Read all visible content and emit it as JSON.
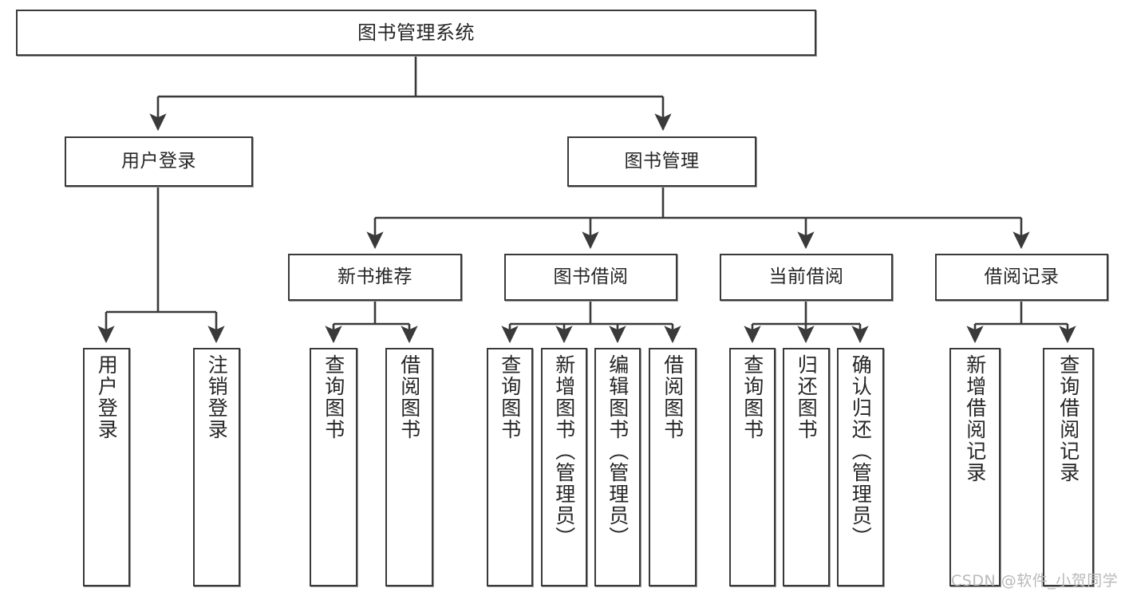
{
  "diagram": {
    "title": "图书管理系统",
    "watermark": "CSDN @软件_小贺同学",
    "stroke_color": "#3a3a3a",
    "text_color": "#262626",
    "background": "#ffffff",
    "levels": {
      "root": {
        "label": "图书管理系统"
      },
      "level2": [
        {
          "label": "用户登录"
        },
        {
          "label": "图书管理"
        }
      ],
      "level3": [
        {
          "label": "新书推荐"
        },
        {
          "label": "图书借阅"
        },
        {
          "label": "当前借阅"
        },
        {
          "label": "借阅记录"
        }
      ],
      "leaves": {
        "user_login": [
          {
            "label": "用户登录"
          },
          {
            "label": "注销登录"
          }
        ],
        "new_book": [
          {
            "label": "查询图书"
          },
          {
            "label": "借阅图书"
          }
        ],
        "book_borrow": [
          {
            "label": "查询图书"
          },
          {
            "label": "新增图书（管理员）"
          },
          {
            "label": "编辑图书（管理员）"
          },
          {
            "label": "借阅图书"
          }
        ],
        "current_borrow": [
          {
            "label": "查询图书"
          },
          {
            "label": "归还图书"
          },
          {
            "label": "确认归还（管理员）"
          }
        ],
        "borrow_record": [
          {
            "label": "新增借阅记录"
          },
          {
            "label": "查询借阅记录"
          }
        ]
      }
    }
  }
}
